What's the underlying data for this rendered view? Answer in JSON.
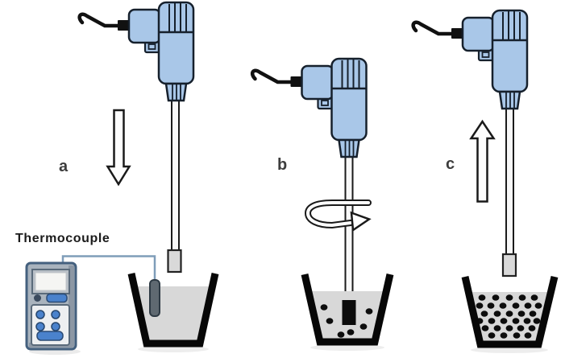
{
  "figure": {
    "thermocouple_label": "Thermocouple",
    "stages": [
      {
        "label": "a",
        "arrow": "down"
      },
      {
        "label": "b",
        "arrow": "rotation"
      },
      {
        "label": "c",
        "arrow": "up"
      }
    ]
  },
  "colors": {
    "background": "#ffffff",
    "tool_body": "#a9c7e8",
    "tool_outline": "#16202c",
    "shaft_fill": "#f8f8f8",
    "tip_fill": "#d9d9d9",
    "liquid": "#d8d8d8",
    "container": "#070707",
    "particle": "#0d0d0d",
    "wire": "#7f9db9",
    "meter_body": "#a9b3bd",
    "meter_edge": "#8c97a4",
    "meter_border": "#44607e",
    "meter_screen": "#f5f5f3",
    "meter_button": "#4a82cc",
    "probe": "#5f6971",
    "label_color": "#3d3d3d"
  },
  "particles": {
    "container_b": [
      [
        402,
        382
      ],
      [
        409,
        399
      ],
      [
        423,
        416
      ],
      [
        435,
        413
      ],
      [
        451,
        406
      ],
      [
        458,
        387
      ]
    ],
    "container_c": [
      [
        598,
        370
      ],
      [
        615,
        370
      ],
      [
        632,
        370
      ],
      [
        648,
        370
      ],
      [
        663,
        370
      ],
      [
        595,
        380
      ],
      [
        609,
        380
      ],
      [
        624,
        380
      ],
      [
        640,
        380
      ],
      [
        655,
        380
      ],
      [
        668,
        380
      ],
      [
        601,
        390
      ],
      [
        617,
        390
      ],
      [
        632,
        390
      ],
      [
        647,
        390
      ],
      [
        661,
        390
      ],
      [
        595,
        399
      ],
      [
        610,
        399
      ],
      [
        625,
        399
      ],
      [
        640,
        399
      ],
      [
        654,
        399
      ],
      [
        666,
        399
      ],
      [
        602,
        408
      ],
      [
        617,
        408
      ],
      [
        632,
        408
      ],
      [
        646,
        408
      ],
      [
        660,
        408
      ],
      [
        610,
        417
      ],
      [
        625,
        417
      ],
      [
        641,
        417
      ],
      [
        655,
        417
      ]
    ]
  }
}
